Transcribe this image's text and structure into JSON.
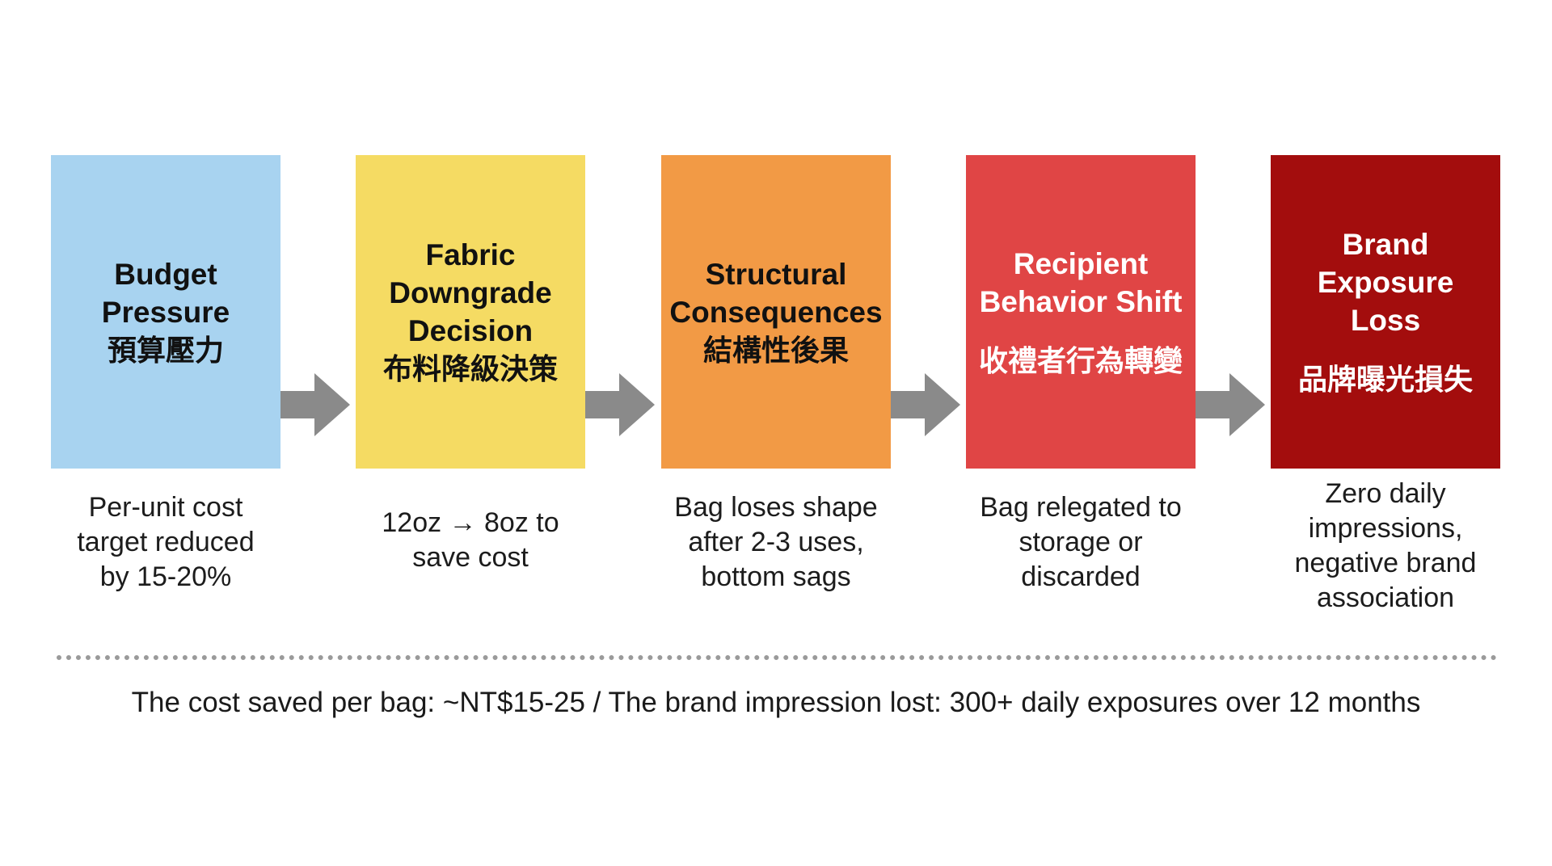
{
  "steps": [
    {
      "title_lines": [
        "Budget",
        "Pressure"
      ],
      "title_zh": "預算壓力",
      "description_lines": [
        "Per-unit cost",
        "target reduced",
        "by 15-20%"
      ],
      "color": "#a8d3f0"
    },
    {
      "title_lines": [
        "Fabric",
        "Downgrade",
        "Decision"
      ],
      "title_zh": "布料降級決策",
      "description_lines": [
        "12oz → 8oz to",
        "save cost"
      ],
      "color": "#f5db63"
    },
    {
      "title_lines": [
        "Structural",
        "Consequences"
      ],
      "title_zh": "結構性後果",
      "description_lines": [
        "Bag loses shape",
        "after 2-3 uses,",
        "bottom sags"
      ],
      "color": "#f29a45"
    },
    {
      "title_lines": [
        "Recipient",
        "Behavior Shift"
      ],
      "title_zh": "收禮者行為轉變",
      "description_lines": [
        "Bag relegated to",
        "storage or",
        "discarded"
      ],
      "color": "#e04545"
    },
    {
      "title_lines": [
        "Brand",
        "Exposure",
        "Loss"
      ],
      "title_zh": "品牌曝光損失",
      "description_lines": [
        "Zero daily",
        "impressions,",
        "negative brand",
        "association"
      ],
      "color": "#a30d0d"
    }
  ],
  "arrow_color": "#8a8a8a",
  "footer": "The cost saved per bag: ~NT$15-25 / The brand impression lost: 300+ daily exposures over 12 months"
}
